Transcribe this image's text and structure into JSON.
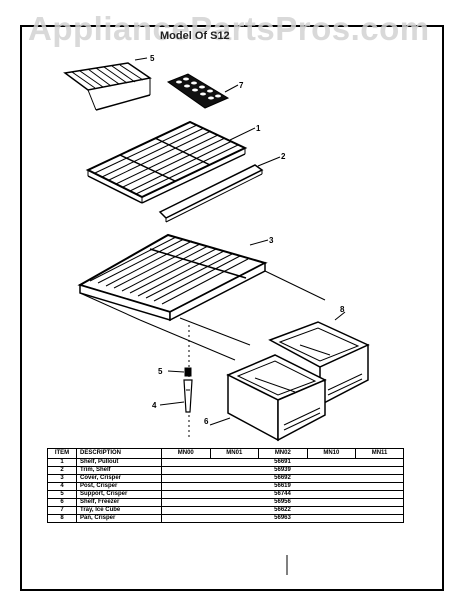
{
  "watermark": "AppliancePartsPros.com",
  "header": {
    "subtitle": "Model Of S12"
  },
  "callouts": [
    "5",
    "7",
    "1",
    "2",
    "3",
    "8",
    "5",
    "4",
    "6"
  ],
  "table": {
    "headers": [
      "ITEM",
      "DESCRIPTION",
      "MN00",
      "MN01",
      "MN02",
      "MN10",
      "MN11"
    ],
    "rows": [
      {
        "item": "1",
        "description": "Shelf, Pullout",
        "part": "56691"
      },
      {
        "item": "2",
        "description": "Trim, Shelf",
        "part": "56939"
      },
      {
        "item": "3",
        "description": "Cover, Crisper",
        "part": "56692"
      },
      {
        "item": "4",
        "description": "Post, Crisper",
        "part": "56619"
      },
      {
        "item": "5",
        "description": "Support, Crisper",
        "part": "56744"
      },
      {
        "item": "6",
        "description": "Shelf, Freezer",
        "part": "56956"
      },
      {
        "item": "7",
        "description": "Tray, Ice Cube",
        "part": "56622"
      },
      {
        "item": "8",
        "description": "Pan, Crisper",
        "part": "56963"
      }
    ]
  }
}
